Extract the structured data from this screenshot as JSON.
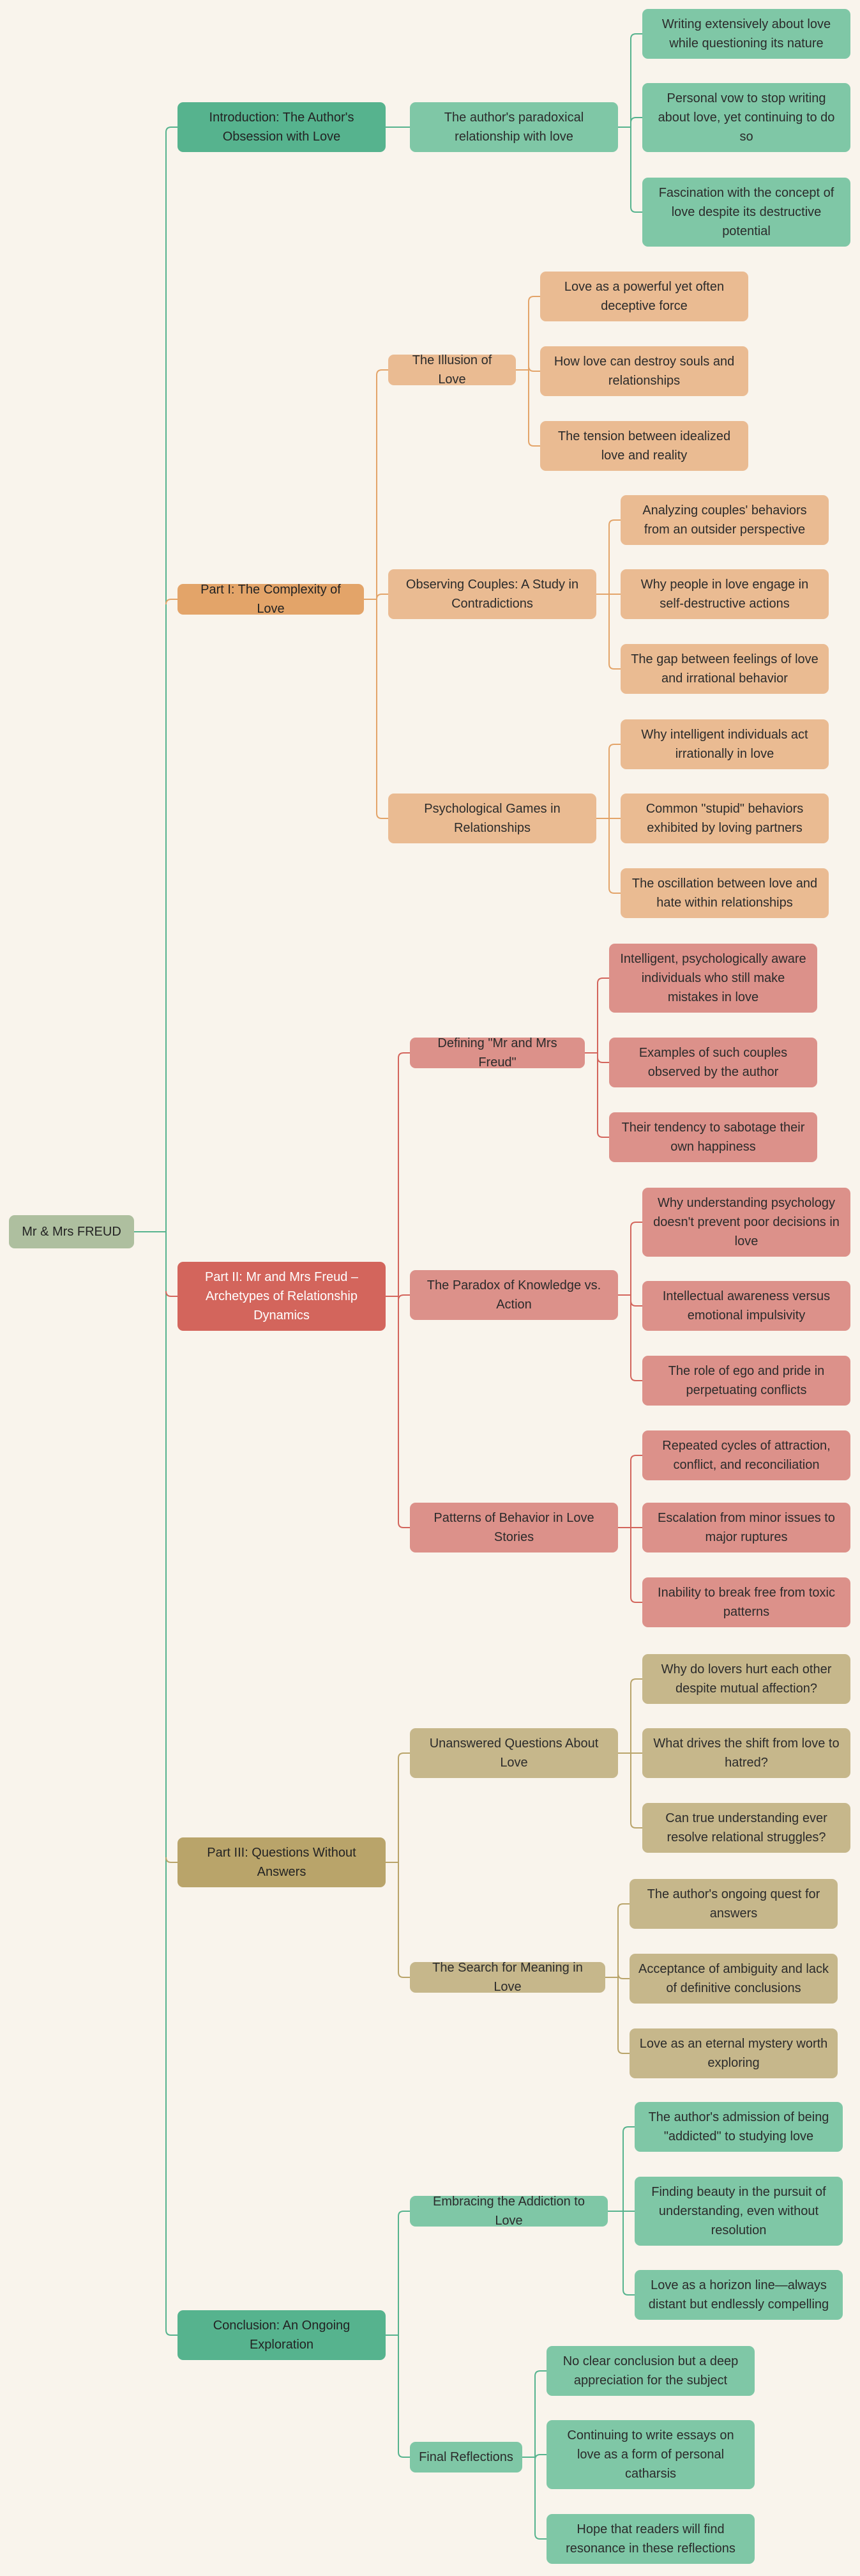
{
  "colors": {
    "background": "#f9f4ec",
    "root": "#aebf9f",
    "introduction": "#56b38e",
    "intro_child": "#7fc7a6",
    "part1": "#e3a469",
    "part1_child": "#eabb92",
    "part2": "#d3655c",
    "part2_child": "#dc918a",
    "part3": "#b9a46a",
    "part3_child": "#c6b78b",
    "conclusion": "#56b38e",
    "conclusion_child": "#7fc7a6"
  },
  "root": {
    "label": "Mr & Mrs FREUD"
  },
  "branches": [
    {
      "label": "Introduction: The Author's Obsession with Love",
      "color": "#56b38e",
      "child_color": "#7fc7a6",
      "text_color": "#232323",
      "children": [
        {
          "label": "The author's paradoxical relationship with love",
          "children": [
            "Writing extensively about love while questioning its nature",
            "Personal vow to stop writing about love, yet continuing to do so",
            "Fascination with the concept of love despite its destructive potential"
          ]
        }
      ]
    },
    {
      "label": "Part I: The Complexity of Love",
      "color": "#e3a469",
      "child_color": "#eabb92",
      "text_color": "#232323",
      "children": [
        {
          "label": "The Illusion of Love",
          "children": [
            "Love as a powerful yet often deceptive force",
            "How love can destroy souls and relationships",
            "The tension between idealized love and reality"
          ]
        },
        {
          "label": "Observing Couples: A Study in Contradictions",
          "children": [
            "Analyzing couples' behaviors from an outsider perspective",
            "Why people in love engage in self-destructive actions",
            "The gap between feelings of love and irrational behavior"
          ]
        },
        {
          "label": "Psychological Games in Relationships",
          "children": [
            "Why intelligent individuals act irrationally in love",
            "Common \"stupid\" behaviors exhibited by loving partners",
            "The oscillation between love and hate within relationships"
          ]
        }
      ]
    },
    {
      "label": "Part II: Mr and Mrs Freud – Archetypes of Relationship Dynamics",
      "color": "#d3655c",
      "child_color": "#dc918a",
      "text_color": "#ffffff",
      "children": [
        {
          "label": "Defining \"Mr and Mrs Freud\"",
          "children": [
            "Intelligent, psychologically aware individuals who still make mistakes in love",
            "Examples of such couples observed by the author",
            "Their tendency to sabotage their own happiness"
          ]
        },
        {
          "label": "The Paradox of Knowledge vs. Action",
          "children": [
            "Why understanding psychology doesn't prevent poor decisions in love",
            "Intellectual awareness versus emotional impulsivity",
            "The role of ego and pride in perpetuating conflicts"
          ]
        },
        {
          "label": "Patterns of Behavior in Love Stories",
          "children": [
            "Repeated cycles of attraction, conflict, and reconciliation",
            "Escalation from minor issues to major ruptures",
            "Inability to break free from toxic patterns"
          ]
        }
      ]
    },
    {
      "label": "Part III: Questions Without Answers",
      "color": "#b9a46a",
      "child_color": "#c6b78b",
      "text_color": "#232323",
      "children": [
        {
          "label": "Unanswered Questions About Love",
          "children": [
            "Why do lovers hurt each other despite mutual affection?",
            "What drives the shift from love to hatred?",
            "Can true understanding ever resolve relational struggles?"
          ]
        },
        {
          "label": "The Search for Meaning in Love",
          "children": [
            "The author's ongoing quest for answers",
            "Acceptance of ambiguity and lack of definitive conclusions",
            "Love as an eternal mystery worth exploring"
          ]
        }
      ]
    },
    {
      "label": "Conclusion: An Ongoing Exploration",
      "color": "#56b38e",
      "child_color": "#7fc7a6",
      "text_color": "#232323",
      "children": [
        {
          "label": "Embracing the Addiction to Love",
          "children": [
            "The author's admission of being \"addicted\" to studying love",
            "Finding beauty in the pursuit of understanding, even without resolution",
            "Love as a horizon line—always distant but endlessly compelling"
          ]
        },
        {
          "label": "Final Reflections",
          "children": [
            "No clear conclusion but a deep appreciation for the subject",
            "Continuing to write essays on love as a form of personal catharsis",
            "Hope that readers will find resonance in these reflections"
          ]
        }
      ]
    }
  ]
}
